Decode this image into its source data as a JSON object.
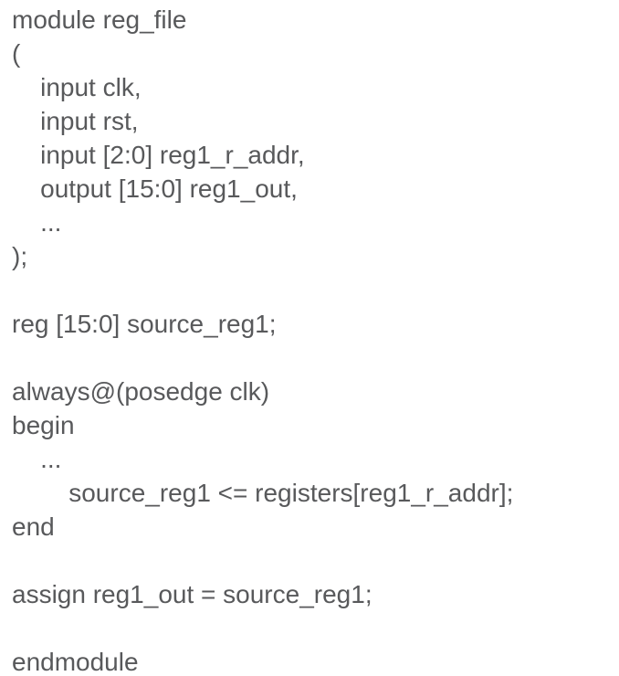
{
  "colors": {
    "background": "#ffffff",
    "code_text": "#58595B"
  },
  "code": {
    "lines": [
      "module reg_file",
      "(",
      "    input clk,",
      "    input rst,",
      "    input [2:0] reg1_r_addr,",
      "    output [15:0] reg1_out,",
      "    ...",
      ");",
      "",
      "reg [15:0] source_reg1;",
      "",
      "always@(posedge clk)",
      "begin",
      "    ...",
      "        source_reg1 <= registers[reg1_r_addr];",
      "end",
      "",
      "assign reg1_out = source_reg1;",
      "",
      "endmodule"
    ]
  }
}
